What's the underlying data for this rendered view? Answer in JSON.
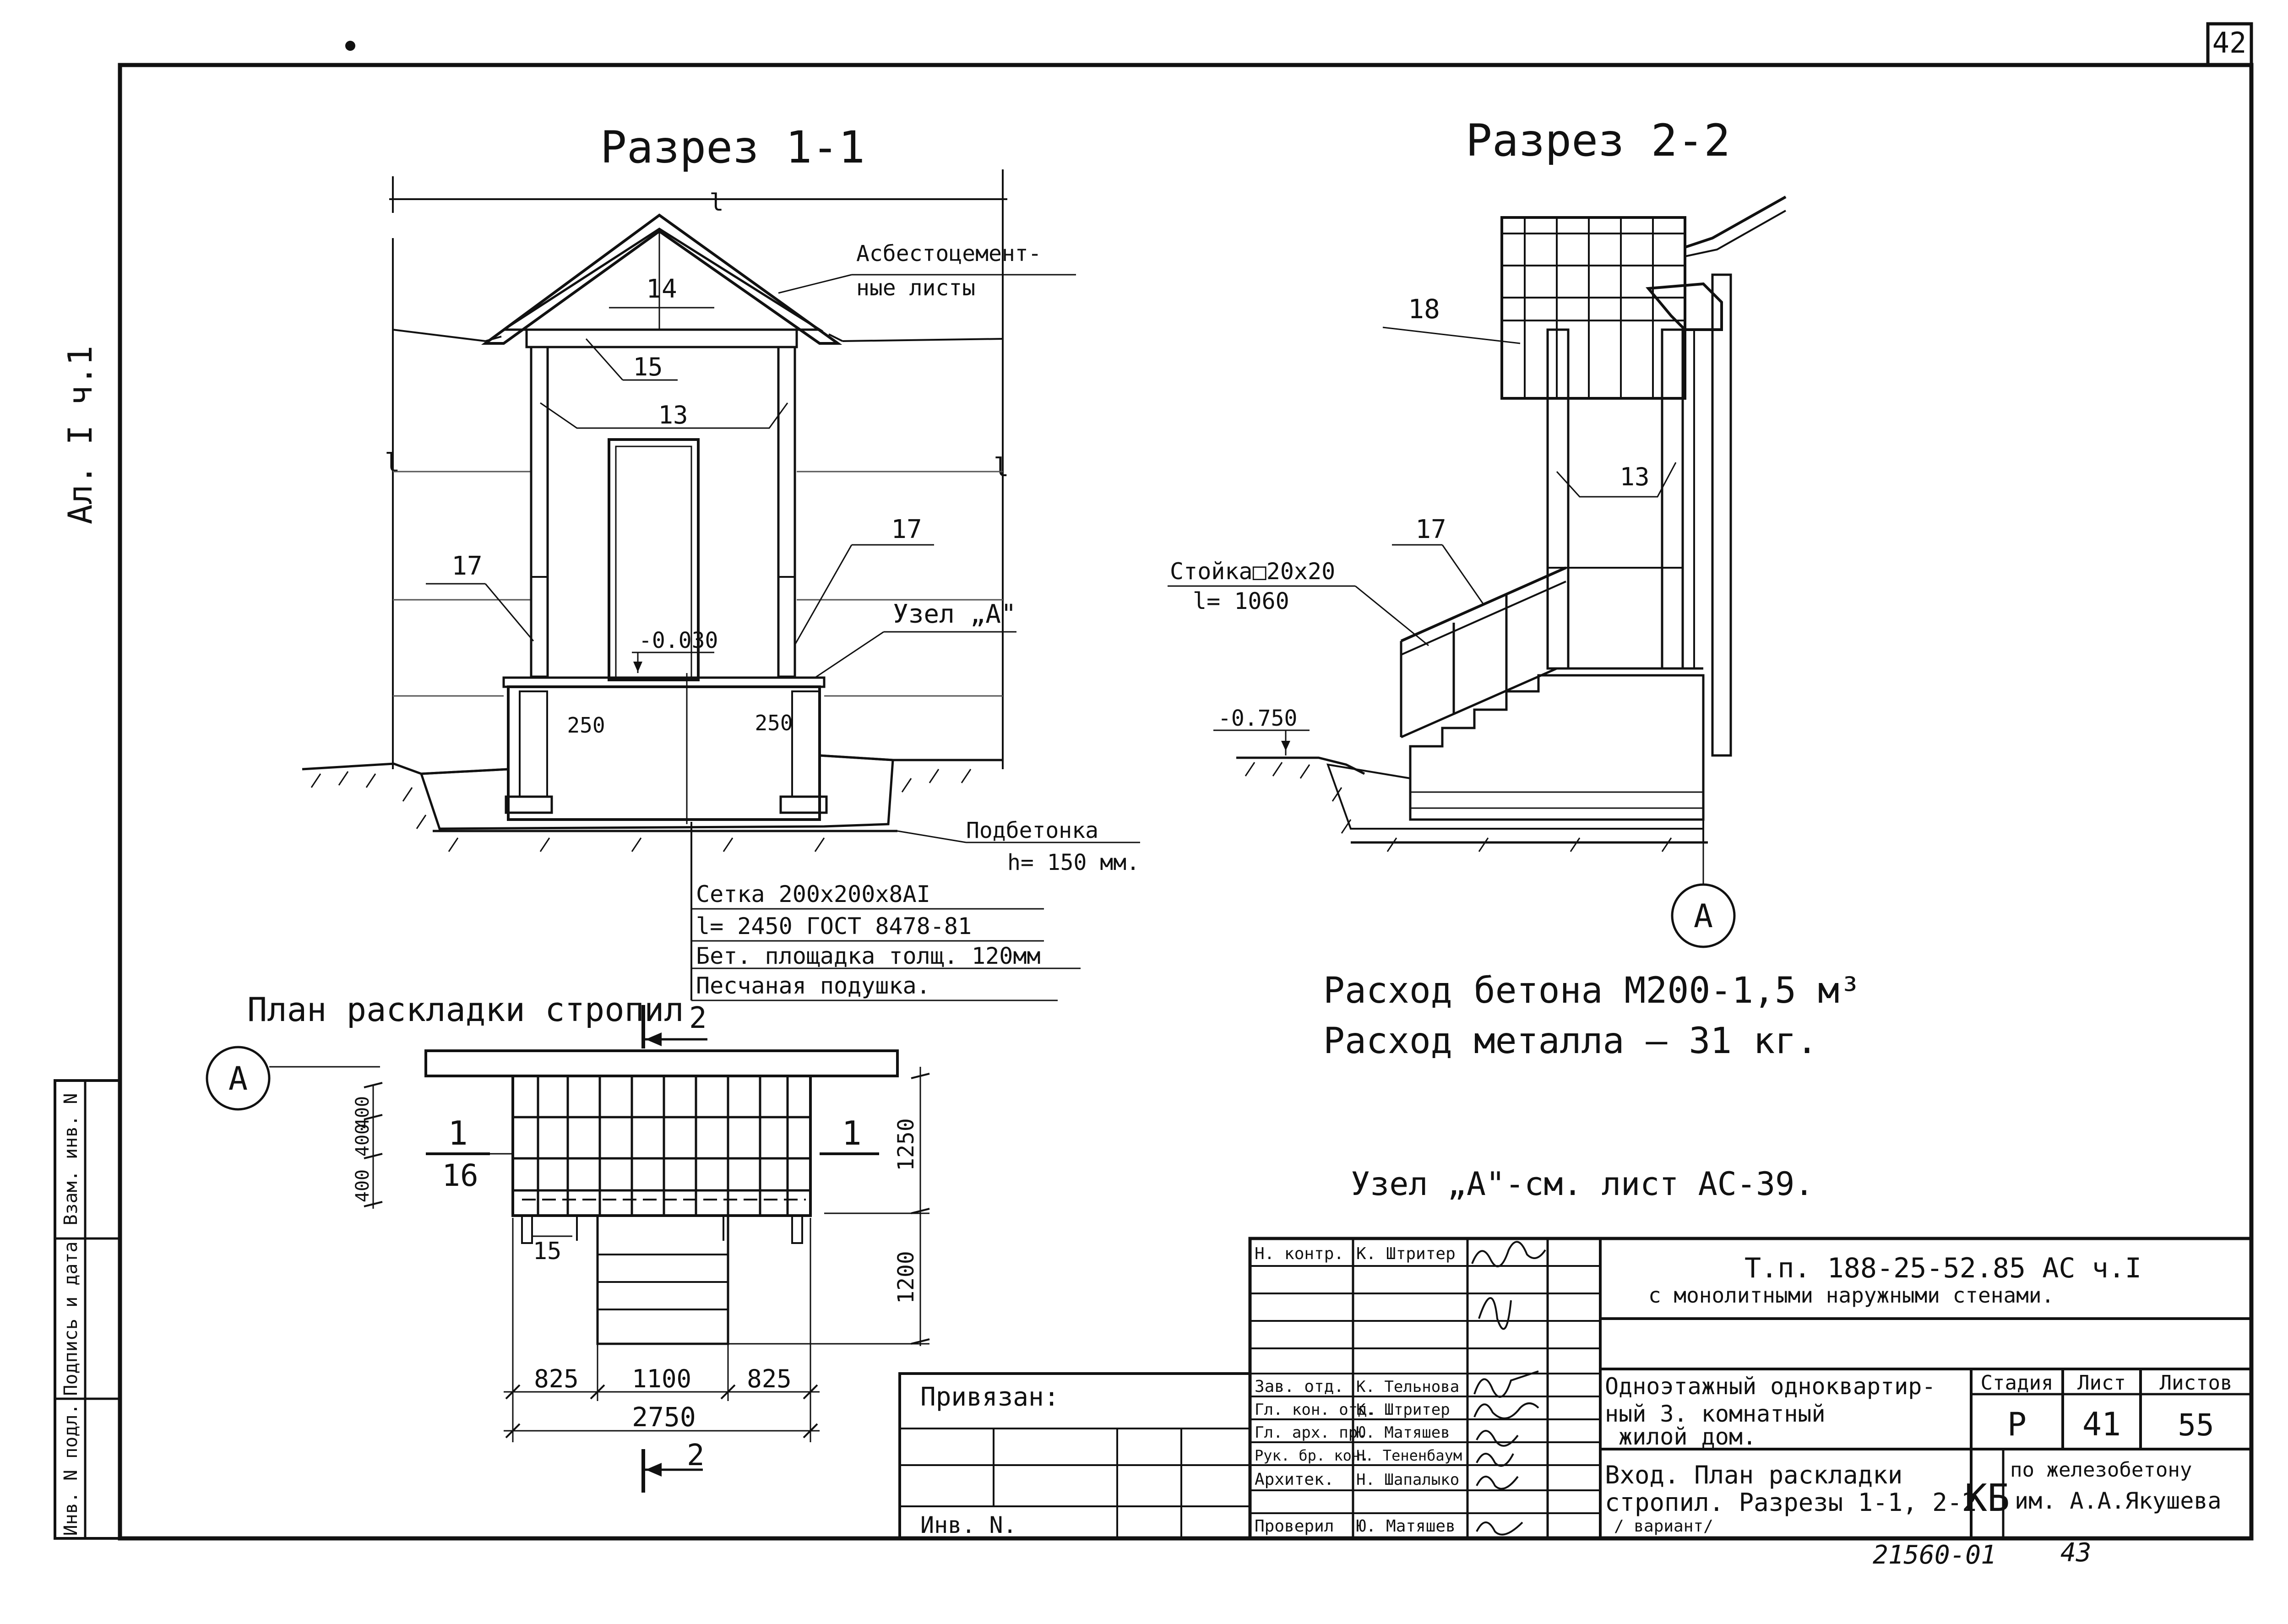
{
  "sheet": {
    "corner_number": "42",
    "side_label": "Ал. I ч.1",
    "bottom_code": "21560-01",
    "bottom_page": "43"
  },
  "side_stamp": [
    "Инв. N подл.",
    "Подпись и дата",
    "Взам. инв. N"
  ],
  "section1": {
    "title": "Разрез 1-1",
    "dim_top": "l",
    "dim_left": "l",
    "dim_right": "l",
    "callout_roof": [
      "Асбестоцемент-",
      "ные листы"
    ],
    "labels": {
      "p14": "14",
      "p15": "15",
      "p13": "13",
      "p17_left": "17",
      "p17_right": "17"
    },
    "node_label": "Узел „А\"",
    "level": "-0.030",
    "dim_250_left": "250",
    "dim_250_right": "250",
    "underlay": [
      "Подбетонка",
      "h= 150 мм."
    ],
    "notes": [
      "Сетка 200х200х8АI",
      "l= 2450 ГОСТ 8478-81",
      "Бет. площадка толщ. 120мм",
      "Песчаная подушка."
    ]
  },
  "section2": {
    "title": "Разрез 2-2",
    "p18": "18",
    "p13": "13",
    "p17": "17",
    "post": [
      "Стойка□20х20",
      "l= 1060"
    ],
    "level": "-0.750",
    "axis": "A"
  },
  "consumption": {
    "concrete": "Расход бетона М200-1,5 м³",
    "metal": "Расход металла — 31 кг."
  },
  "node_ref": "Узел „А\"-см. лист АС-39.",
  "plan": {
    "title": "План раскладки стропил",
    "axis": "A",
    "cut_top": "2",
    "cut_bottom": "2",
    "cut1_left": "1",
    "cut1_left_sheet": "16",
    "cut1_right": "1",
    "left_dims": [
      "400",
      "400",
      "400"
    ],
    "p15": "15",
    "right_dims": [
      "1250",
      "1200"
    ],
    "bottom_dims": [
      "825",
      "1100",
      "825"
    ],
    "total": "2750"
  },
  "title_block": {
    "left_roles": [
      "Н. контр.",
      "Зав. отд.",
      "Гл. кон. отд.",
      "Гл. арх. пр.",
      "Рук. бр. кон.",
      "Архитек.",
      "Проверил"
    ],
    "left_names": [
      "К. Штритер",
      "К. Тельнова",
      "К. Штритер",
      "Ю. Матяшев",
      "Н. Тененбаум",
      "Н. Шапалыко",
      "Ю. Матяшев"
    ],
    "privyazan": "Привязан:",
    "inv": "Инв. N.",
    "project_code": "Т.п. 188-25-52.85   АС   ч.I",
    "project_sub": "с монолитными наружными стенами.",
    "building": [
      "Одноэтажный одноквартир-",
      "ный 3. комнатный",
      "жилой дом."
    ],
    "sheet_title": [
      "Вход. План раскладки",
      "стропил. Разрезы 1-1, 2-2",
      "/ вариант/"
    ],
    "stage_head": "Стадия",
    "sheet_head": "Лист",
    "sheets_head": "Листов",
    "stage": "Р",
    "sheet_no": "41",
    "sheets_total": "55",
    "org_code": "КБ",
    "org_name": [
      "по железобетону",
      "им. А.А.Якушева"
    ]
  }
}
